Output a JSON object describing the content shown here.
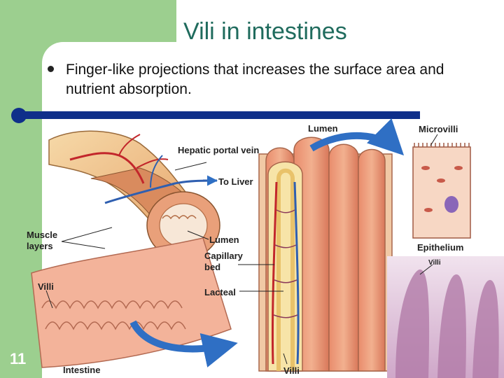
{
  "slide": {
    "title": "Vili in intestines",
    "bullet": "Finger-like projections that increases the surface area and nutrient absorption.",
    "page_number": "11"
  },
  "diagram": {
    "labels": {
      "hepatic_portal_vein": "Hepatic portal vein",
      "to_liver": "To Liver",
      "lumen_top": "Lumen",
      "microvilli": "Microvilli",
      "muscle_layers": "Muscle layers",
      "lumen_mid": "Lumen",
      "capillary_bed": "Capillary bed",
      "lacteal": "Lacteal",
      "epithelium": "Epithelium",
      "villi_left": "Villi",
      "villi_bottom": "Villi",
      "villi_photo": "Villi",
      "intestine": "Intestine"
    }
  },
  "colors": {
    "title": "#1f6b5d",
    "accent_green": "#9ccf8f",
    "rule_blue": "#0f2f8a",
    "artery": "#c2262b",
    "vein": "#2f5fb0",
    "arrow_blue": "#2f6fc4"
  }
}
